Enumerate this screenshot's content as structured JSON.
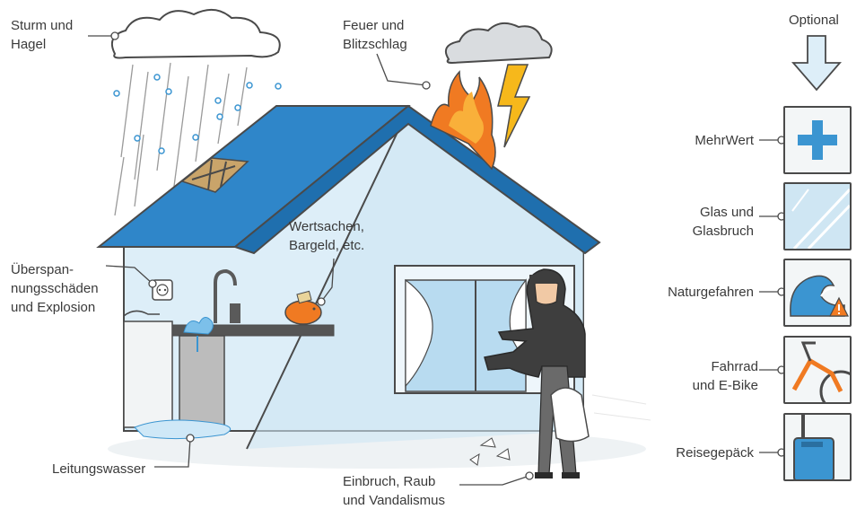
{
  "house_labels": {
    "storm": [
      "Sturm und",
      "Hagel"
    ],
    "fire": [
      "Feuer und",
      "Blitzschlag"
    ],
    "valuables": [
      "Wertsachen,",
      "Bargeld, etc."
    ],
    "surge": [
      "Überspan-",
      "nungsschäden",
      "und Explosion"
    ],
    "water": [
      "Leitungswasser"
    ],
    "burglary": [
      "Einbruch, Raub",
      "und Vandalismus"
    ]
  },
  "optional": {
    "title": "Optional",
    "items": [
      {
        "label": [
          "MehrWert"
        ],
        "icon": "plus-icon"
      },
      {
        "label": [
          "Glas und",
          "Glasbruch"
        ],
        "icon": "glass-icon"
      },
      {
        "label": [
          "Naturgefahren"
        ],
        "icon": "natural-hazard-icon"
      },
      {
        "label": [
          "Fahrrad",
          "und E-Bike"
        ],
        "icon": "bicycle-icon"
      },
      {
        "label": [
          "Reisegepäck"
        ],
        "icon": "luggage-icon"
      }
    ]
  },
  "colors": {
    "roof": "#2f86c9",
    "wall": "#ddeef8",
    "accent": "#3b95d1",
    "fire": "#f07a22",
    "lightning": "#f6b81b",
    "warning": "#f07a22",
    "outline": "#4a4a4a"
  }
}
